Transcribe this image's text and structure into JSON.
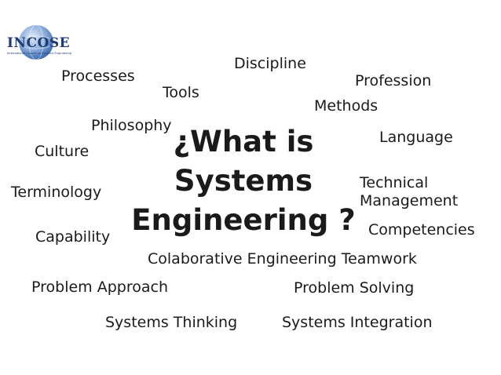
{
  "logo": {
    "name": "INCOSE",
    "subtitle": "International Council on Systems Engineering"
  },
  "title": {
    "line1": "¿What is",
    "line2": "Systems",
    "line3": "Engineering ?"
  },
  "terms": {
    "discipline": "Discipline",
    "processes": "Processes",
    "profession": "Profession",
    "tools": "Tools",
    "methods": "Methods",
    "philosophy": "Philosophy",
    "language": "Language",
    "culture": "Culture",
    "terminology": "Terminology",
    "technical_management_line1": "Technical",
    "technical_management_line2": "Management",
    "capability": "Capability",
    "competencies": "Competencies",
    "colaborative_engineering_teamwork": "Colaborative Engineering Teamwork",
    "problem_approach": "Problem Approach",
    "problem_solving": "Problem Solving",
    "systems_thinking": "Systems Thinking",
    "systems_integration": "Systems Integration"
  },
  "colors": {
    "text": "#1a1a1a",
    "logo_blue": "#1f3b73",
    "logo_globe": "#5b86c5"
  }
}
